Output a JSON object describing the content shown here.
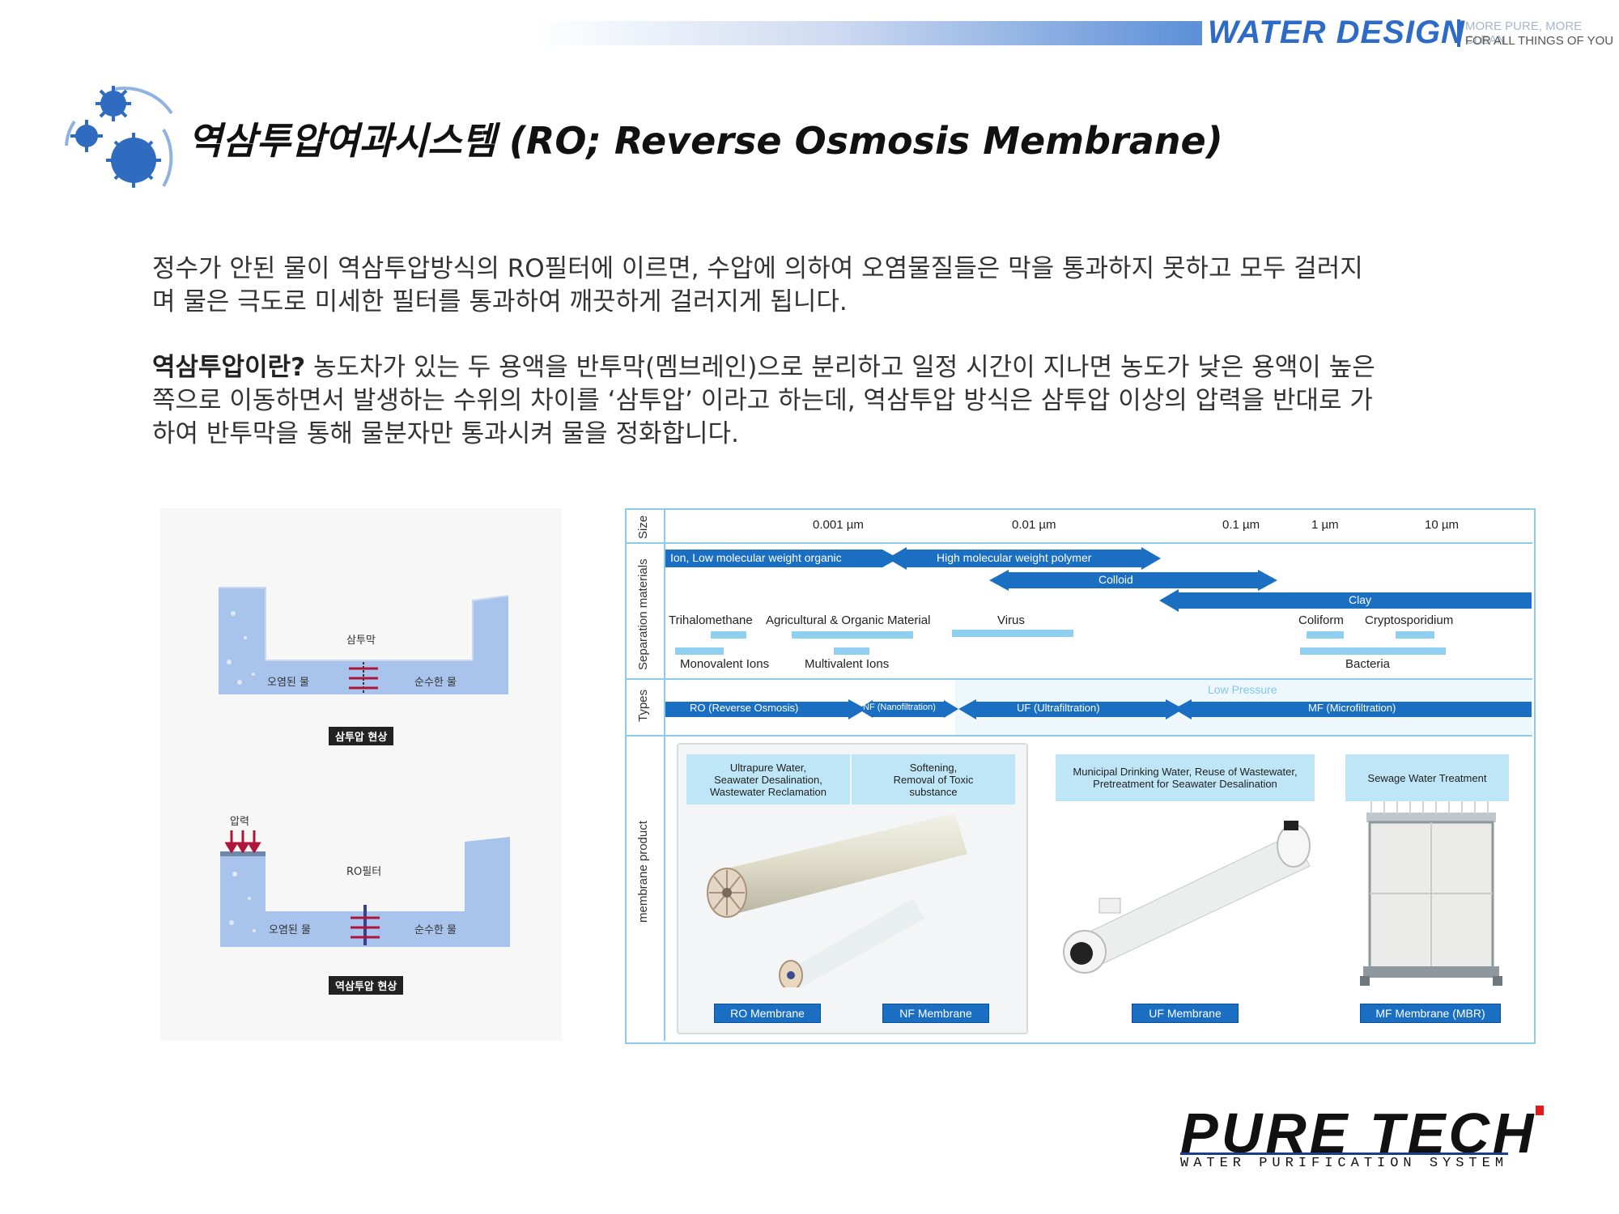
{
  "header": {
    "brand": "WATER DESIGN",
    "tagline_1": "MORE PURE, MORE CLEAN",
    "tagline_2": "FOR ALL THINGS OF YOU"
  },
  "title": "역삼투압여과시스템 (RO; Reverse Osmosis Membrane)",
  "paragraph1": {
    "line1": "정수가 안된 물이 역삼투압방식의 RO필터에 이르면, 수압에 의하여 오염물질들은 막을 통과하지 못하고 모두 걸러지",
    "line2": "며 물은 극도로 미세한 필터를 통과하여 깨끗하게 걸러지게 됩니다."
  },
  "paragraph2": {
    "bold": "역삼투압이란?",
    "line1": " 농도차가 있는 두 용액을 반투막(멤브레인)으로 분리하고 일정 시간이 지나면 농도가 낮은 용액이 높은",
    "line2": "쪽으로 이동하면서 발생하는 수위의 차이를 ‘삼투압’ 이라고 하는데, 역삼투압 방식은 삼투압 이상의 압력을 반대로 가",
    "line3": "하여 반투막을 통해 물분자만 통과시켜 물을 정화합니다."
  },
  "diagram_osmosis": {
    "membrane_label": "삼투막",
    "left_label": "오염된 물",
    "right_label": "순수한 물",
    "caption": "삼투압 현상"
  },
  "diagram_reverse": {
    "pressure_label": "압력",
    "filter_label": "RO필터",
    "left_label": "오염된 물",
    "right_label": "순수한 물",
    "caption": "역삼투압 현상"
  },
  "table": {
    "row_labels": {
      "size": "Size",
      "separation": "Separation materials",
      "types": "Types",
      "product": "membrane product"
    },
    "sizes": [
      "0.001 µm",
      "0.01 µm",
      "0.1 µm",
      "1 µm",
      "10 µm"
    ],
    "materials": {
      "ion": "Ion, Low molecular weight organic",
      "polymer": "High molecular weight polymer",
      "colloid": "Colloid",
      "clay": "Clay",
      "trihalomethane": "Trihalomethane",
      "agri": "Agricultural & Organic Material",
      "virus": "Virus",
      "coliform": "Coliform",
      "crypto": "Cryptosporidium",
      "mono": "Monovalent Ions",
      "multi": "Multivalent Ions",
      "bacteria": "Bacteria"
    },
    "types": {
      "low_pressure": "Low Pressure",
      "ro": "RO (Reverse Osmosis)",
      "nf": "NF (Nanofiltration)",
      "uf": "UF (Ultrafiltration)",
      "mf": "MF (Microfiltration)"
    },
    "applications": {
      "ro": "Ultrapure Water,\nSeawater Desalination,\nWastewater Reclamation",
      "nf": "Softening,\nRemoval of Toxic\nsubstance",
      "uf": "Municipal Drinking Water, Reuse of Wastewater,\nPretreatment for Seawater Desalination",
      "mf": "Sewage Water Treatment"
    },
    "membranes": {
      "ro": "RO Membrane",
      "nf": "NF Membrane",
      "uf": "UF Membrane",
      "mf": "MF Membrane (MBR)"
    }
  },
  "logo": {
    "main": "PURE TECH",
    "sub": "WATER PURIFICATION SYSTEM"
  },
  "colors": {
    "brand_blue": "#2e6bc6",
    "bar_blue": "#1a6fc3",
    "light_blue": "#8fd0f0",
    "table_border": "#8ecbe8",
    "logo_red": "#e21b1b"
  }
}
